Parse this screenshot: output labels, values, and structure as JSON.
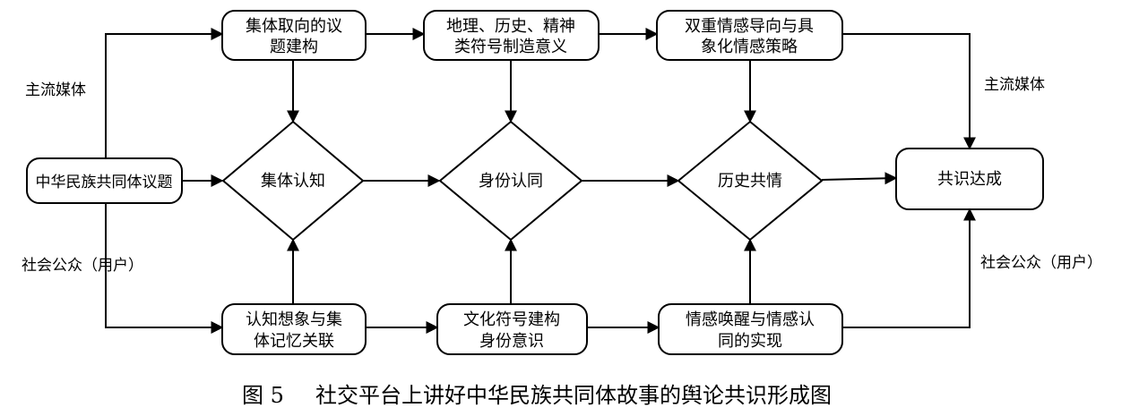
{
  "diagram": {
    "source_node": "中华民族共同体议题",
    "top_row": [
      [
        "集体取向的议",
        "题建构"
      ],
      [
        "地理、历史、精神",
        "类符号制造意义"
      ],
      [
        "双重情感导向与具",
        "象化情感策略"
      ]
    ],
    "middle_row": [
      "集体认知",
      "身份认同",
      "历史共情"
    ],
    "bottom_row": [
      [
        "认知想象与集",
        "体记忆关联"
      ],
      [
        "文化符号建构",
        "身份意识"
      ],
      [
        "情感唤醒与情感认",
        "同的实现"
      ]
    ],
    "target_node": "共识达成",
    "side_labels": {
      "left_top": "主流媒体",
      "left_bottom": "社会公众（用户）",
      "right_top": "主流媒体",
      "right_bottom": "社会公众（用户）"
    }
  },
  "caption": {
    "figure_number": "图 5",
    "title": "社交平台上讲好中华民族共同体故事的舆论共识形成图"
  }
}
